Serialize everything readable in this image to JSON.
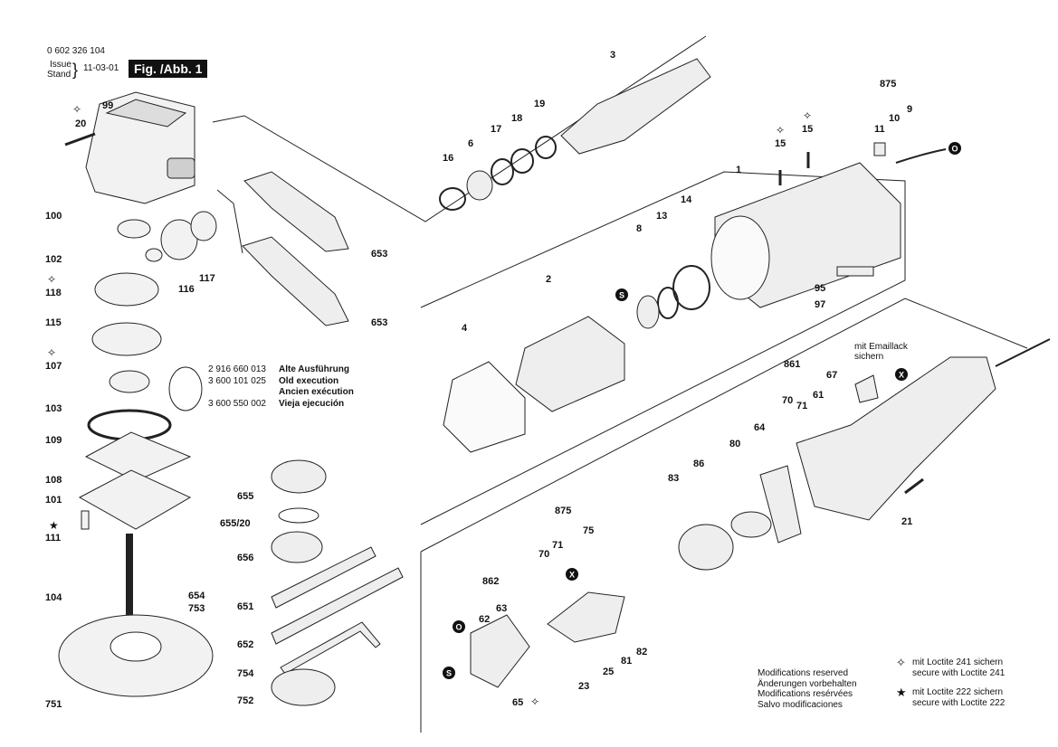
{
  "header": {
    "doc_number": "0 602 326 104",
    "issue_label_1": "Issue",
    "issue_label_2": "Stand",
    "issue_date": "11-03-01",
    "figure_label": "Fig. /Abb. 1"
  },
  "part_numbers": [
    {
      "id": "p20",
      "text": "20"
    },
    {
      "id": "p99",
      "text": "99"
    },
    {
      "id": "p100",
      "text": "100"
    },
    {
      "id": "p102",
      "text": "102"
    },
    {
      "id": "p118",
      "text": "118"
    },
    {
      "id": "p116",
      "text": "116"
    },
    {
      "id": "p117",
      "text": "117"
    },
    {
      "id": "p115",
      "text": "115"
    },
    {
      "id": "p107",
      "text": "107"
    },
    {
      "id": "p103",
      "text": "103"
    },
    {
      "id": "p109",
      "text": "109"
    },
    {
      "id": "p108",
      "text": "108"
    },
    {
      "id": "p101",
      "text": "101"
    },
    {
      "id": "p111",
      "text": "111"
    },
    {
      "id": "p104",
      "text": "104"
    },
    {
      "id": "p654",
      "text": "654"
    },
    {
      "id": "p753",
      "text": "753"
    },
    {
      "id": "p751",
      "text": "751"
    },
    {
      "id": "p653a",
      "text": "653"
    },
    {
      "id": "p653b",
      "text": "653"
    },
    {
      "id": "p655",
      "text": "655"
    },
    {
      "id": "p655_20",
      "text": "655/20"
    },
    {
      "id": "p656",
      "text": "656"
    },
    {
      "id": "p651",
      "text": "651"
    },
    {
      "id": "p652",
      "text": "652"
    },
    {
      "id": "p754",
      "text": "754"
    },
    {
      "id": "p752",
      "text": "752"
    },
    {
      "id": "p3",
      "text": "3"
    },
    {
      "id": "p16",
      "text": "16"
    },
    {
      "id": "p6",
      "text": "6"
    },
    {
      "id": "p17",
      "text": "17"
    },
    {
      "id": "p18",
      "text": "18"
    },
    {
      "id": "p19",
      "text": "19"
    },
    {
      "id": "p1",
      "text": "1"
    },
    {
      "id": "p15a",
      "text": "15"
    },
    {
      "id": "p15b",
      "text": "15"
    },
    {
      "id": "p875a",
      "text": "875"
    },
    {
      "id": "p11a",
      "text": "11"
    },
    {
      "id": "p10",
      "text": "10"
    },
    {
      "id": "p9",
      "text": "9"
    },
    {
      "id": "p14",
      "text": "14"
    },
    {
      "id": "p13",
      "text": "13"
    },
    {
      "id": "p8",
      "text": "8"
    },
    {
      "id": "p2",
      "text": "2"
    },
    {
      "id": "p4",
      "text": "4"
    },
    {
      "id": "p95",
      "text": "95"
    },
    {
      "id": "p97",
      "text": "97"
    },
    {
      "id": "p861",
      "text": "861"
    },
    {
      "id": "p67",
      "text": "67"
    },
    {
      "id": "p70a",
      "text": "70"
    },
    {
      "id": "p71a",
      "text": "71"
    },
    {
      "id": "p61",
      "text": "61"
    },
    {
      "id": "p64",
      "text": "64"
    },
    {
      "id": "p80",
      "text": "80"
    },
    {
      "id": "p86",
      "text": "86"
    },
    {
      "id": "p83",
      "text": "83"
    },
    {
      "id": "p21",
      "text": "21"
    },
    {
      "id": "p875b",
      "text": "875"
    },
    {
      "id": "p75",
      "text": "75"
    },
    {
      "id": "p70b",
      "text": "70"
    },
    {
      "id": "p71b",
      "text": "71"
    },
    {
      "id": "p862",
      "text": "862"
    },
    {
      "id": "p63",
      "text": "63"
    },
    {
      "id": "p62",
      "text": "62"
    },
    {
      "id": "p81",
      "text": "81"
    },
    {
      "id": "p82",
      "text": "82"
    },
    {
      "id": "p25",
      "text": "25"
    },
    {
      "id": "p23",
      "text": "23"
    },
    {
      "id": "p65",
      "text": "65"
    }
  ],
  "connectors": [
    {
      "id": "cS1",
      "text": "S"
    },
    {
      "id": "cX1",
      "text": "X"
    },
    {
      "id": "cO1",
      "text": "O"
    },
    {
      "id": "cX2",
      "text": "X"
    },
    {
      "id": "cO2",
      "text": "O"
    },
    {
      "id": "cS2",
      "text": "S"
    }
  ],
  "enamel_note": [
    "mit Emaillack",
    "sichern"
  ],
  "old_execution": {
    "numbers": [
      "2 916 660 013",
      "3 600 101 025",
      "3 600 550 002"
    ],
    "labels": [
      "Alte Ausführung",
      "Old execution",
      "Ancien exécution",
      "Vieja ejecución"
    ]
  },
  "modifications": [
    "Modifications reserved",
    "Änderungen vorbehalten",
    "Modifications resérvées",
    "Salvo modificaciones"
  ],
  "legend": {
    "loctite241": [
      "mit Loctite 241 sichern",
      "secure with Loctite 241"
    ],
    "loctite222": [
      "mit Loctite 222 sichern",
      "secure with Loctite 222"
    ]
  }
}
